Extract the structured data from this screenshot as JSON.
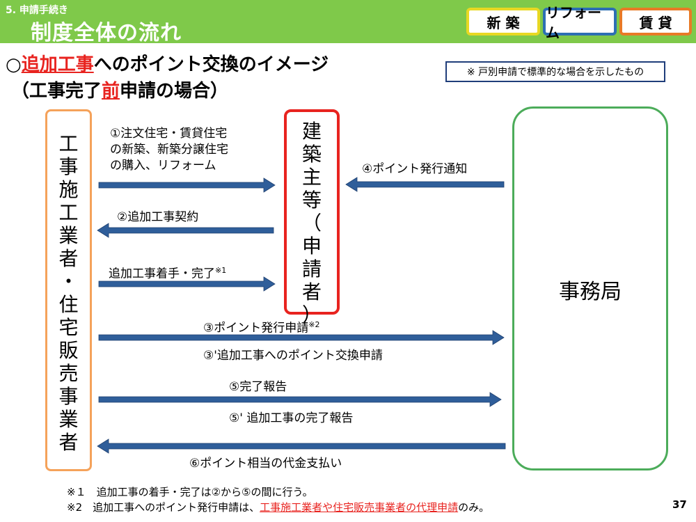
{
  "header": {
    "section_label": "5. 申請手続き",
    "title": "制度全体の流れ",
    "tabs": [
      {
        "label": "新 築",
        "color": "#e8d823"
      },
      {
        "label": "リフォーム",
        "color": "#2d6fb3"
      },
      {
        "label": "賃 貸",
        "color": "#e87a26"
      }
    ]
  },
  "subtitle": {
    "line1_prefix": "○",
    "line1_highlight": "追加工事",
    "line1_suffix": "へのポイント交換のイメージ",
    "line2_prefix": "（工事完了",
    "line2_highlight": "前",
    "line2_suffix": "申請の場合）"
  },
  "note": "※ 戸別申請で標準的な場合を示したもの",
  "boxes": {
    "contractor": "工事施工業者・住宅販売事業者",
    "owner": "建築主等（申請者）",
    "office": "事務局"
  },
  "flows": {
    "step1_line1": "①注文住宅・賃貸住宅",
    "step1_line2": "の新築、新築分譲住宅",
    "step1_line3": "の購入、リフォーム",
    "step2": "②追加工事契約",
    "start_complete": "追加工事着手・完了",
    "start_complete_mark": "※1",
    "step4": "④ポイント発行通知",
    "step3": "③ポイント発行申請",
    "step3_mark": "※2",
    "step3b": "③'追加工事へのポイント交換申請",
    "step5": "⑤完了報告",
    "step5b": "⑤' 追加工事の完了報告",
    "step6": "⑥ポイント相当の代金支払い"
  },
  "footnotes": {
    "note1": "※１　追加工事の着手・完了は②から⑤の間に行う。",
    "note2_prefix": "※2　追加工事へのポイント発行申請は、",
    "note2_highlight": "工事施工業者や住宅販売事業者の代理申請",
    "note2_suffix": "のみ。"
  },
  "page_number": "37",
  "colors": {
    "header_bg": "#7fc94a",
    "arrow": "#2f5e9a",
    "contractor_border": "#f5a25a",
    "owner_border": "#e8231f",
    "office_border": "#4cac5a",
    "highlight_red": "#e8231f"
  }
}
